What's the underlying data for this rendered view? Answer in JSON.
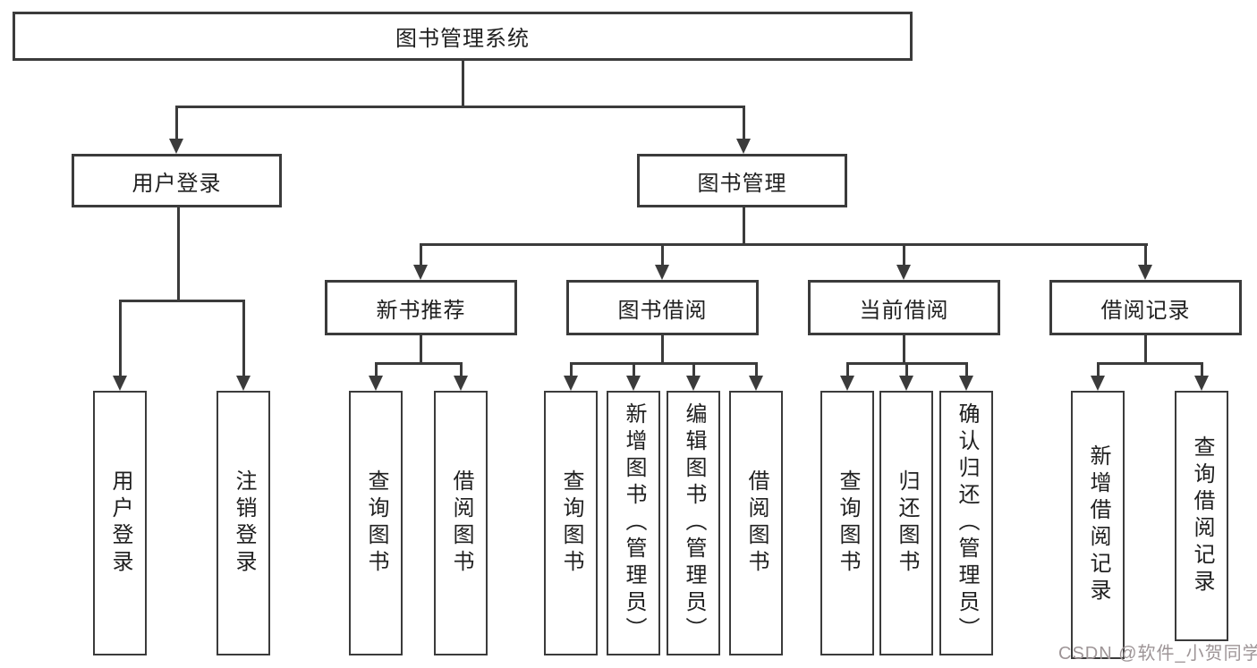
{
  "tree": {
    "root": {
      "label": "图书管理系统",
      "children": [
        {
          "label": "用户登录",
          "children": [
            {
              "label": "用户登录"
            },
            {
              "label": "注销登录"
            }
          ]
        },
        {
          "label": "图书管理",
          "children": [
            {
              "label": "新书推荐",
              "children": [
                {
                  "label": "查询图书"
                },
                {
                  "label": "借阅图书"
                }
              ]
            },
            {
              "label": "图书借阅",
              "children": [
                {
                  "label": "查询图书"
                },
                {
                  "label": "新增图书（管理员）"
                },
                {
                  "label": "编辑图书（管理员）"
                },
                {
                  "label": "借阅图书"
                }
              ]
            },
            {
              "label": "当前借阅",
              "children": [
                {
                  "label": "查询图书"
                },
                {
                  "label": "归还图书"
                },
                {
                  "label": "确认归还（管理员）"
                }
              ]
            },
            {
              "label": "借阅记录",
              "children": [
                {
                  "label": "新增借阅记录"
                },
                {
                  "label": "查询借阅记录"
                }
              ]
            }
          ]
        }
      ]
    }
  },
  "watermark": {
    "text": "CSDN @软件_小贺同学"
  },
  "colors": {
    "line": "#3b3b3b",
    "text": "#1f1f1f",
    "watermark": "#9e9597",
    "background": "#ffffff"
  }
}
